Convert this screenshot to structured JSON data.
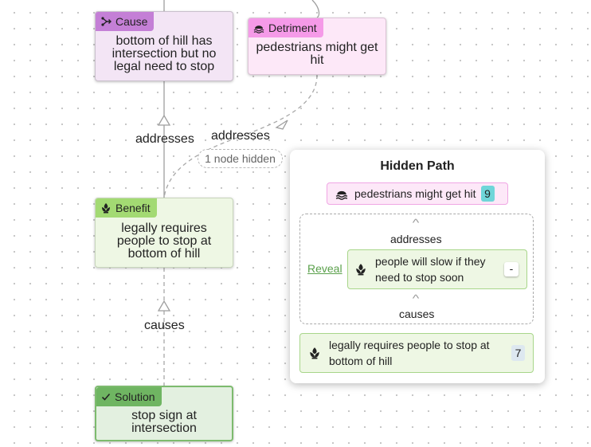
{
  "edges": {
    "addresses_left": "addresses",
    "addresses_right": "addresses",
    "causes": "causes",
    "hidden_pill": "1 node hidden"
  },
  "nodes": {
    "cause": {
      "tag": "Cause",
      "text": "bottom of hill has intersection but no legal need to stop"
    },
    "detriment": {
      "tag": "Detriment",
      "text": "pedestrians might get hit"
    },
    "benefit": {
      "tag": "Benefit",
      "text": "legally requires people to stop at bottom of hill"
    },
    "solution": {
      "tag": "Solution",
      "text": "stop sign at intersection"
    }
  },
  "hidden_path": {
    "title": "Hidden Path",
    "top_node": {
      "text": "pedestrians might get hit",
      "count": "9"
    },
    "reveal": "Reveal",
    "hidden_node": {
      "text": "people will slow if they need to stop soon",
      "button": "-"
    },
    "label_addresses": "addresses",
    "label_causes": "causes",
    "bottom_node": {
      "text": "legally requires people to stop at bottom of hill",
      "count": "7"
    }
  },
  "colors": {
    "cause_bg": "#f3e5f5",
    "cause_tag": "#c47fd6",
    "detriment_bg": "#fde8f8",
    "detriment_tag": "#f59ae8",
    "benefit_bg": "#eef7e4",
    "benefit_tag": "#a3da73",
    "solution_bg": "#e3f0e0",
    "solution_tag": "#6fb562",
    "count_teal": "#6fd6d9",
    "count_light": "#dde8f0",
    "reveal_green": "#5aa04b"
  }
}
